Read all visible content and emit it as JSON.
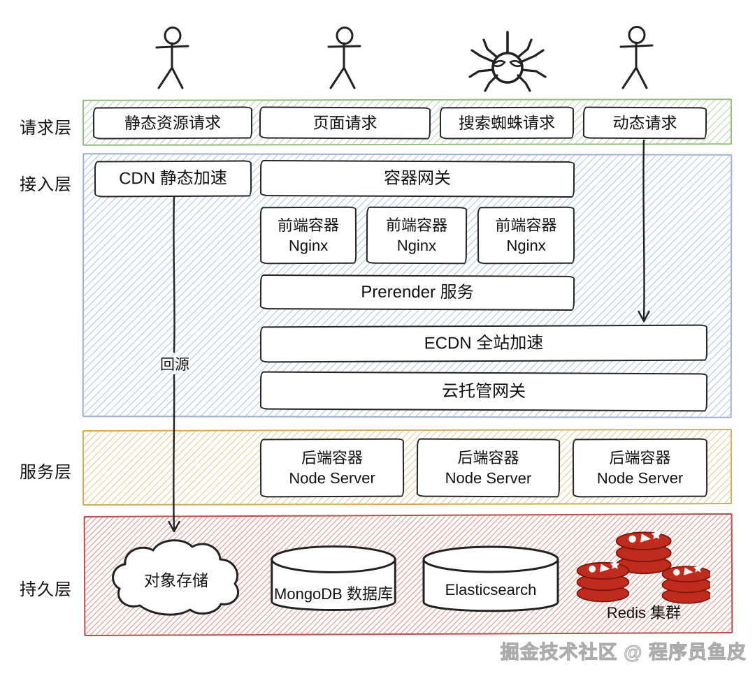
{
  "colors": {
    "request-border": "#94bd7e",
    "request-hatch": "#ccdcc2",
    "access-border": "#9fafd4",
    "access-hatch": "#c8d1e6",
    "service-border": "#cfac56",
    "service-hatch": "#e8d8ab",
    "persistence-border": "#b2504c",
    "persistence-hatch": "#e5aca4",
    "redis-red": "#bf2c1d",
    "redis-dark": "#7e150c",
    "ink": "#222222"
  },
  "layers": {
    "request": {
      "label": "请求层",
      "boxes": {
        "static": "静态资源请求",
        "page": "页面请求",
        "spider": "搜索蜘蛛请求",
        "dynamic": "动态请求"
      }
    },
    "access": {
      "label": "接入层",
      "cdn": "CDN 静态加速",
      "gateway": "容器网关",
      "frontend_line1": "前端容器",
      "frontend_line2": "Nginx",
      "prerender": "Prerender 服务",
      "ecdn": "ECDN 全站加速",
      "cloud_gateway": "云托管网关"
    },
    "service": {
      "label": "服务层",
      "backend_line1": "后端容器",
      "backend_line2": "Node Server"
    },
    "persistence": {
      "label": "持久层",
      "object_storage": "对象存储",
      "mongodb": "MongoDB 数据库",
      "elasticsearch": "Elasticsearch",
      "redis": "Redis 集群"
    }
  },
  "edges": {
    "cdn_back_to_origin": "回源"
  },
  "watermark": "掘金技术社区 @ 程序员鱼皮"
}
